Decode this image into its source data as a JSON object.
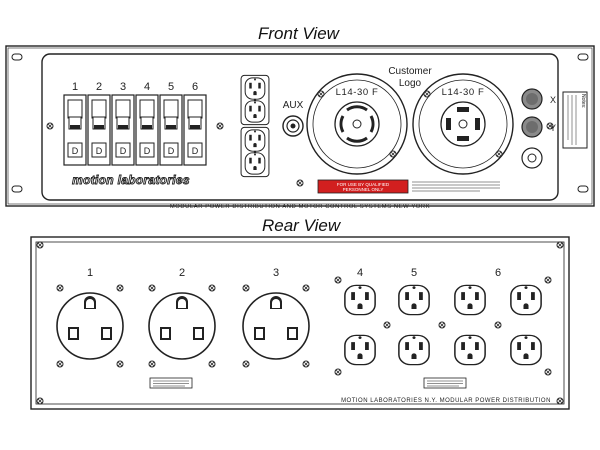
{
  "front_view": {
    "title": "Front View",
    "breaker_numbers": [
      "1",
      "2",
      "3",
      "4",
      "5",
      "6"
    ],
    "breaker_letter": "D",
    "brand_logo": "motion laboratories",
    "aux_label": "AUX",
    "twist_lock_label": "L14-30 F",
    "customer_logo_line1": "Customer",
    "customer_logo_line2": "Logo",
    "warning_label_line1": "FOR USE BY QUALIFIED",
    "warning_label_line2": "PERSONNEL ONLY",
    "indicator_x": "X",
    "indicator_y": "Y",
    "footer": "MODULAR POWER DISTRIBUTION AND MOTOR CONTROL SYSTEMS  NEW YORK",
    "side_label": "Notes:"
  },
  "rear_view": {
    "title": "Rear View",
    "outlet_numbers": [
      "1",
      "2",
      "3",
      "4",
      "5",
      "6"
    ],
    "footer": "MOTION LABORATORIES  N.Y.   MODULAR POWER DISTRIBUTION"
  },
  "colors": {
    "line": "#222222",
    "warning_red": "#d21f1f",
    "knob_gray": "#8a8a8a"
  }
}
